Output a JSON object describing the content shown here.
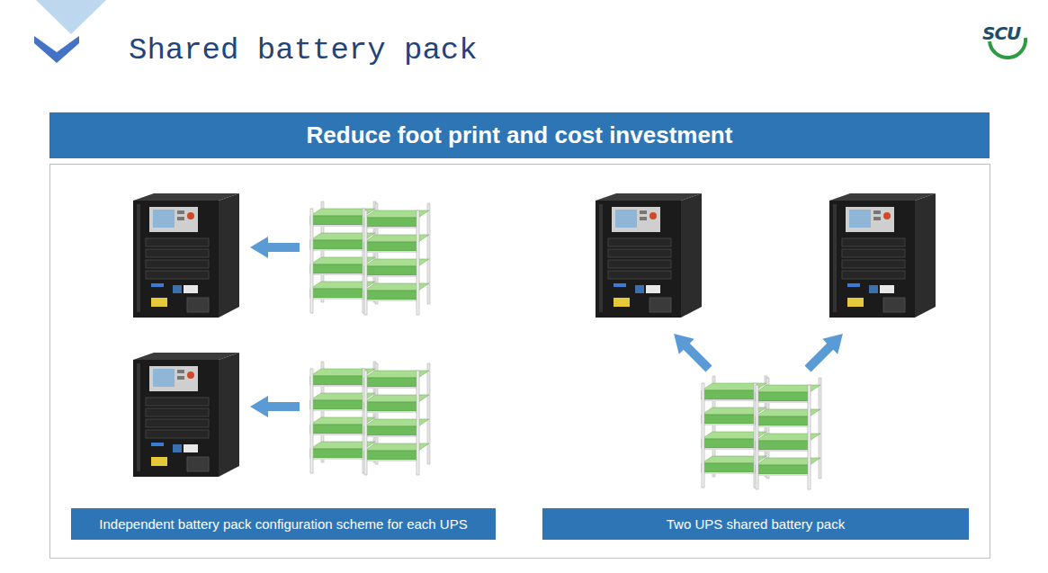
{
  "diagram": {
    "title": "Shared battery pack",
    "nodes": [
      {
        "text": [
          "Reduce foot print and cost investment"
        ]
      },
      {
        "text": [
          "Independent battery pack configuration scheme for each UPS"
        ]
      },
      {
        "text": [
          "Two UPS shared battery pack"
        ]
      }
    ],
    "labels": [
      "SCU"
    ]
  }
}
